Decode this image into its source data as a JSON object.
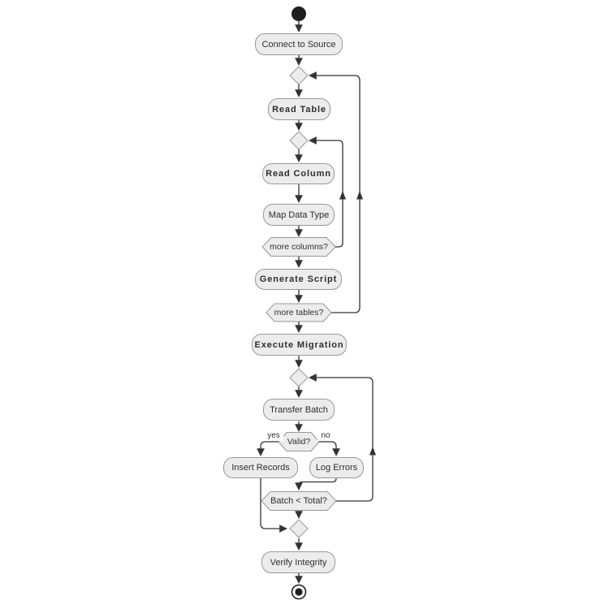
{
  "diagram": {
    "type": "activity-flowchart",
    "background": "#ffffff",
    "colors": {
      "node_fill": "#ececec",
      "node_border": "#999999",
      "edge_line": "#333333",
      "text": "#2e2e2e",
      "start_end_fill": "#1f1f1f"
    },
    "activities": {
      "connect_to_source": "Connect to Source",
      "read_table": "Read Table",
      "read_column": "Read Column",
      "map_data_type": "Map Data Type",
      "generate_script": "Generate Script",
      "execute_migration": "Execute Migration",
      "transfer_batch": "Transfer Batch",
      "insert_records": "Insert Records",
      "log_errors": "Log Errors",
      "verify_integrity": "Verify Integrity"
    },
    "decisions": {
      "more_columns": "more columns?",
      "more_tables": "more tables?",
      "valid": "Valid?",
      "batch_total": "Batch < Total?"
    },
    "edge_labels": {
      "yes": "yes",
      "no": "no"
    }
  }
}
